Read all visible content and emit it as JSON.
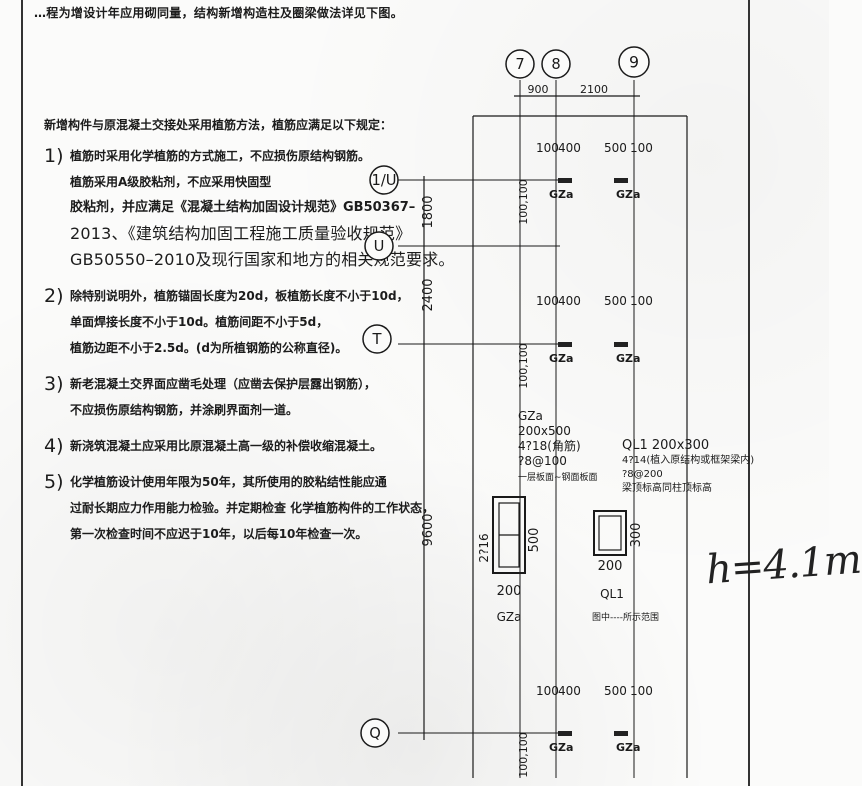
{
  "header_fragment": "…程为增设计年应用砌同量，结构新增构造柱及圈梁做法详见下图。",
  "notes": {
    "title": "新增构件与原混凝土交接处采用植筋方法，植筋应满足以下规定：",
    "items": [
      {
        "num": "1)",
        "lines": [
          "植筋时采用化学植筋的方式施工，不应损伤原结构钢筋。",
          "植筋采用A级胶粘剂，不应采用快固型",
          "胶粘剂，并应满足《混凝土结构加固设计规范》GB50367–",
          "2013、《建筑结构加固工程施工质量验收规范》",
          "GB50550–2010及现行国家和地方的相关规范要求。"
        ]
      },
      {
        "num": "2)",
        "lines": [
          "除特别说明外，植筋锚固长度为20d，板植筋长度不小于10d，",
          "单面焊接长度不小于10d。植筋间距不小于5d，",
          "植筋边距不小于2.5d。(d为所植钢筋的公称直径)。"
        ]
      },
      {
        "num": "3)",
        "lines": [
          "新老混凝土交界面应凿毛处理（应凿去保护层露出钢筋），",
          "不应损伤原结构钢筋，并涂刷界面剂一道。"
        ]
      },
      {
        "num": "4)",
        "lines": [
          "新浇筑混凝土应采用比原混凝土高一级的补偿收缩混凝土。"
        ]
      },
      {
        "num": "5)",
        "lines": [
          "化学植筋设计使用年限为50年，其所使用的胶粘结性能应通",
          "过耐长期应力作用能力检验。并定期检查 化学植筋构件的工作状态，",
          "第一次检查时间不应迟于10年，以后每10年检查一次。"
        ]
      }
    ]
  },
  "grid": {
    "columns": [
      "7",
      "8",
      "9"
    ],
    "column_spacing": [
      "900",
      "2100"
    ],
    "rows": [
      "1/U",
      "U",
      "T",
      "Q"
    ],
    "row_spacing": [
      "1800",
      "2400",
      "9600"
    ]
  },
  "details": {
    "dims_top": [
      "100",
      "400",
      "500",
      "100"
    ],
    "dims_side": "100,100",
    "gz_label": "GZa",
    "gz_spec": [
      "GZa",
      "200x500",
      "4?18(角筋)",
      "?8@100",
      "一层板面~钢面板面"
    ],
    "ql_spec": [
      "QL1  200x300",
      "4?14(植入原结构或框架梁内)",
      "?8@200",
      "梁顶标高同柱顶标高"
    ],
    "gz_section": {
      "side_rebar": "2?16",
      "height": "500",
      "width": "200",
      "label": "GZa"
    },
    "ql_section": {
      "height": "300",
      "width": "200",
      "label": "QL1",
      "note": "图中----所示范围"
    }
  },
  "handwritten": "h=4.1m"
}
